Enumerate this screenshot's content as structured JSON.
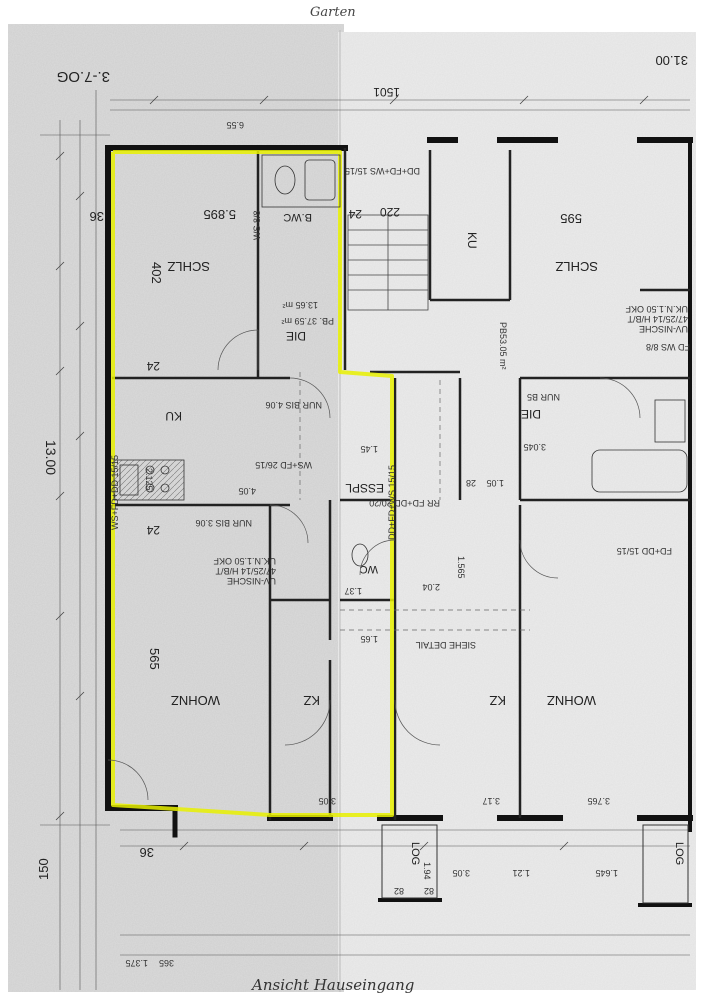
{
  "handwritten": {
    "top": "Garten",
    "bottom": "Ansicht Hauseingang"
  },
  "header": {
    "floor": "3.-7.OG",
    "width_total": "31.00",
    "ref_number": "1501"
  },
  "rooms": {
    "schlz_left": "SCHLZ",
    "schlz_right": "SCHLZ",
    "wohnz_left": "WOHNZ",
    "wohnz_right": "WOHNZ",
    "kz_left": "KZ",
    "kz_right": "KZ",
    "ku_left": "KU",
    "ku_right": "KU",
    "die_left": "DIE",
    "die_right": "DIE",
    "bwc": "B.WC",
    "wc": "WC",
    "esspl": "ESSPL",
    "log_left": "LOG",
    "log_right": "LOG"
  },
  "notes": {
    "siehe_detail": "SIEHE DETAIL",
    "uv_nische_left": "UV-NISCHE",
    "uv_nische_left_spec": "47/25/14 H/B/T",
    "uv_nische_left_height": "UK.N.1.50 OKF",
    "uv_nische_right": "UV-NISCHE",
    "uv_nische_right_spec": "47/25/14 H/B/T",
    "uv_nische_right_height": "UK.N.1.50 OKF",
    "nur_bis_306": "NUR BIS 3.06",
    "nur_bis_406": "NUR BIS 4.06",
    "nur_bis_b5": "NUR B5",
    "ws_fd_left": "WS+FD 26/15",
    "ws_fd_side": "WS+FD+DD 15/15",
    "fd_ws_top": "DD+FD+WS 15/15",
    "dd_fd_ws_mid": "DD+FD+WS 15/15",
    "fd_dd_right": "FD+DD 15/15",
    "fd_ws_88": "FD WS 8/8",
    "ws_88": "WS 8/8",
    "pb_area": "PB. 37.59 m²",
    "area_1365": "13.65 m²",
    "pb_right": "PB53.05 m²",
    "rr_fd": "RR FD+DD 20/20"
  },
  "dimensions": {
    "left_total": "13.00",
    "d_150": "150",
    "d_36_top": "36",
    "d_36_bottom": "36",
    "d_402": "402",
    "d_565": "565",
    "d_5895": "5.895",
    "d_595": "595",
    "d_655": "6.55",
    "d_24_a": "24",
    "d_24_b": "24",
    "d_24_c": "24",
    "d_220": "220",
    "d_145": "1.45",
    "d_165": "1.65",
    "d_405": "4.05",
    "d_305": "3.05",
    "d_317": "3.17",
    "d_3765": "3.765",
    "d_1375": "1.375",
    "d_365": "365",
    "d_1645": "1.645",
    "d_121": "1.21",
    "d_82_a": "82",
    "d_82_b": "82",
    "d_194": "1.94",
    "d_305b": "3.05",
    "d_204": "2.04",
    "d_137": "1.37",
    "d_1565": "1.565",
    "d_2125": "2.125",
    "d_3045": "3.045",
    "d_105": "1.05",
    "d_28": "28"
  }
}
